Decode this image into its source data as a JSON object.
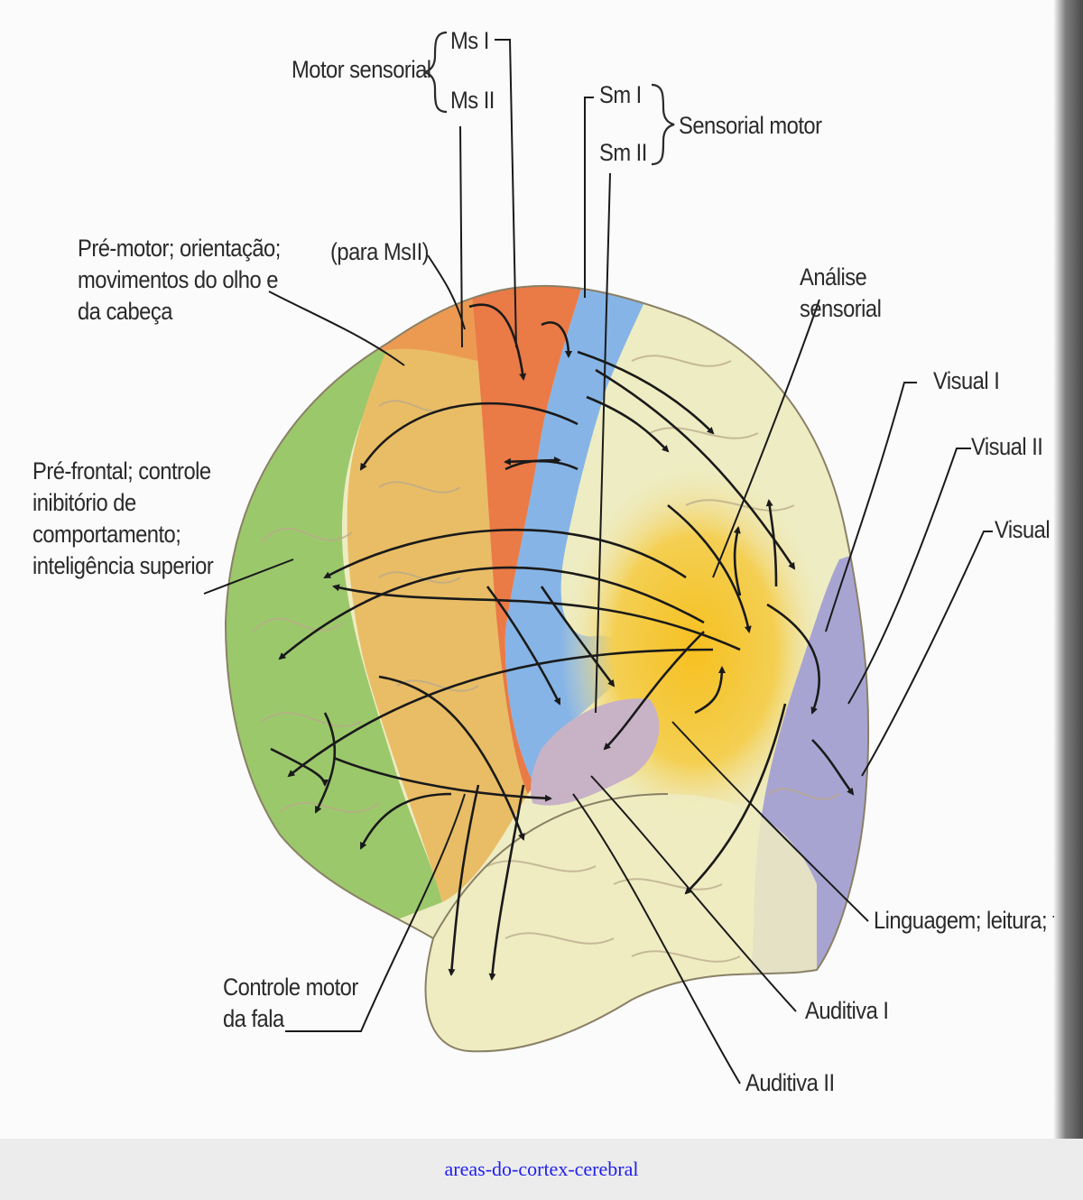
{
  "figure": {
    "image_name": "brain-lateral-cortex-illustration",
    "labels": {
      "motor_sensorial": "Motor sensorial",
      "ms1": "Ms I",
      "ms2": "Ms II",
      "sm1": "Sm I",
      "sm2": "Sm II",
      "sensorial_motor": "Sensorial motor",
      "para_msii": "(para MsII)",
      "pre_motor": "Pré-motor; orientação;\nmovimentos do olho e\nda cabeça",
      "analise_sensorial": "Análise\nsensorial",
      "visual1": "Visual I",
      "visual2": "Visual II",
      "visual3": "Visual III",
      "pre_frontal": "Pré-frontal; controle\ninibitório de\ncomportamento;\ninteligência superior",
      "linguagem": "Linguagem; leitura; fala",
      "controle_motor": "Controle motor\nda fala",
      "auditiva1": "Auditiva I",
      "auditiva2": "Auditiva II"
    },
    "region_colors": {
      "prefrontal": "#9cc86c",
      "premotor": "#e9bd66",
      "premotor_top": "#ec9a52",
      "motor": "#ea7a46",
      "somatosensory": "#86b4e6",
      "association": "#f0ecc4",
      "sensory_analysis": "#f2c73c",
      "visual": "#a8a4d2",
      "auditory": "#c8b2c6",
      "temporal": "#eeecc2",
      "outline": "#2b2b2b"
    }
  },
  "caption": {
    "text": "areas-do-cortex-cerebral",
    "color": "#2020ee"
  }
}
